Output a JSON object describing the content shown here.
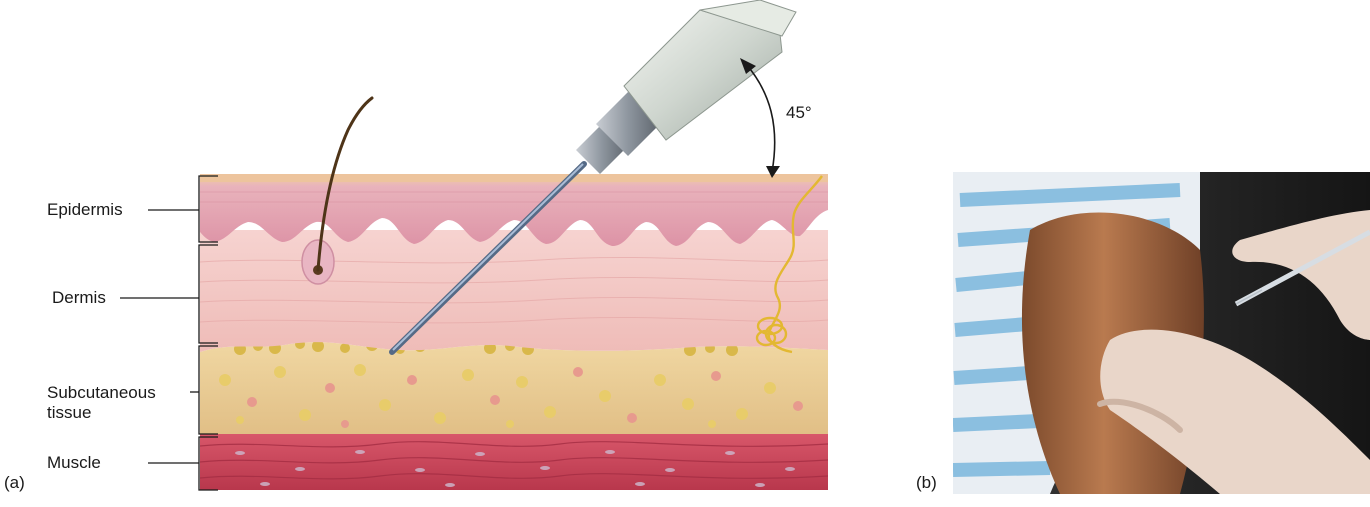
{
  "panel_a": {
    "tag": "(a)",
    "labels": {
      "epidermis": "Epidermis",
      "dermis": "Dermis",
      "subcutaneous": "Subcutaneous",
      "tissue": "tissue",
      "muscle": "Muscle"
    },
    "angle": "45°"
  },
  "panel_b": {
    "tag": "(b)"
  },
  "colors": {
    "epidermis": "#e7a9b5",
    "dermis": "#f3c9c6",
    "subcutaneous": "#e9c98f",
    "muscle": "#c8455a",
    "nerve": "#e3b832",
    "needle": "#8aa2c2",
    "shirt_blue": "#8bbfe0",
    "skin_arm": "#b8744a",
    "glove": "#e9d6c9"
  }
}
